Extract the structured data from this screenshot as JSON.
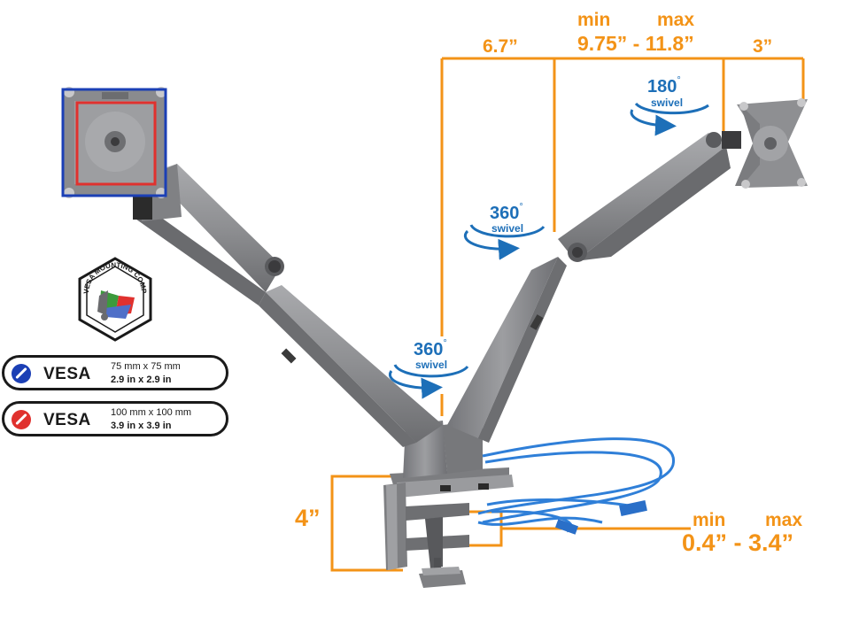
{
  "dimensions": {
    "top_left": "6.7”",
    "top_min_label": "min",
    "top_max_label": "max",
    "top_range": "9.75” - 11.8”",
    "top_right": "3”",
    "clamp_height": "4”",
    "clamp_min_label": "min",
    "clamp_max_label": "max",
    "clamp_range": "0.4” - 3.4”"
  },
  "swivels": [
    {
      "degrees": "180",
      "unit": "°",
      "word": "swivel"
    },
    {
      "degrees": "360",
      "unit": "°",
      "word": "swivel"
    },
    {
      "degrees": "360",
      "unit": "°",
      "word": "swivel"
    }
  ],
  "vesa_badge": {
    "text": "VESA MOUNTING COMPLIANT"
  },
  "vesa_options": [
    {
      "label": "VESA",
      "mm": "75 mm x 75 mm",
      "in": "2.9 in x 2.9 in",
      "color": "#1b3fb5"
    },
    {
      "label": "VESA",
      "mm": "100 mm x 100 mm",
      "in": "3.9 in x 3.9 in",
      "color": "#e0312e"
    }
  ],
  "colors": {
    "accent_orange": "#f39317",
    "swivel_blue": "#1d6fb8",
    "arm_gray": "#8e8f92",
    "cable_blue": "#2f7fd8",
    "vesa_blue": "#1b3fb5",
    "vesa_red": "#e0312e"
  }
}
